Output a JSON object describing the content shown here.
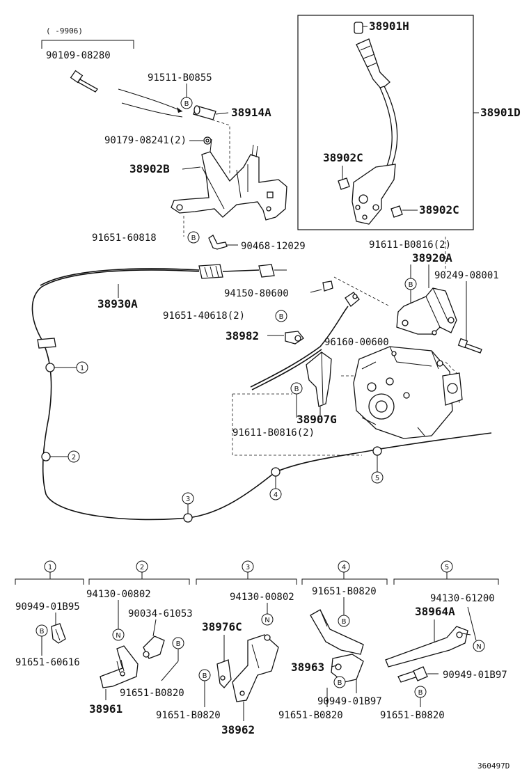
{
  "diagram": {
    "id": "360497D",
    "date_note": "(    -9906)",
    "labels": {
      "p90109": "90109-08280",
      "p91511": "91511-B0855",
      "p38914A": "38914A",
      "p90179": "90179-08241(2)",
      "p38902B": "38902B",
      "p91651_60818": "91651-60818",
      "p90468": "90468-12029",
      "p38901H": "38901H",
      "p38901D": "38901D",
      "p38902C_l": "38902C",
      "p38902C_r": "38902C",
      "p91611_top": "91611-B0816(2)",
      "p38920A": "38920A",
      "p90249": "90249-08001",
      "p94150": "94150-80600",
      "p38930A": "38930A",
      "p91651_40618": "91651-40618(2)",
      "p38982": "38982",
      "p96160": "96160-00600",
      "p38907G": "38907G",
      "p91611_bot": "91611-B0816(2)",
      "d1_a": "90949-01B95",
      "d1_b": "91651-60616",
      "d2_a": "94130-00802",
      "d2_b": "90034-61053",
      "d2_c": "91651-B0820",
      "d2_d": "38961",
      "d3_a": "94130-00802",
      "d3_b": "38976C",
      "d3_c": "91651-B0820",
      "d3_d": "38962",
      "d4_a": "91651-B0820",
      "d4_b": "38963",
      "d4_c": "90949-01B97",
      "d4_d": "91651-B0820",
      "d5_a": "94130-61200",
      "d5_b": "38964A",
      "d5_c": "90949-01B97",
      "d5_d": "91651-B0820"
    },
    "markers": {
      "b": "B",
      "n": "N",
      "m1": "1",
      "m2": "2",
      "m3": "3",
      "m4": "4",
      "m5": "5"
    }
  }
}
